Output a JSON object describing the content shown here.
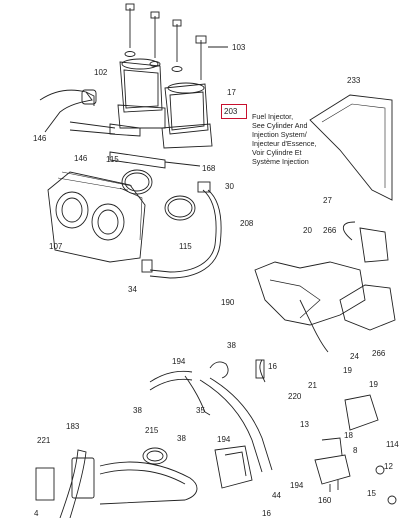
{
  "highlight": {
    "label": "203",
    "color": "#c8102e"
  },
  "note": [
    "Fuel Injector,",
    "See Cylinder And",
    "Injection System/",
    "Injecteur d'Essence,",
    "Voir Cylindre Et",
    "Système Injection"
  ],
  "callouts": {
    "c103": "103",
    "c102": "102",
    "c17": "17",
    "c233": "233",
    "c146a": "146",
    "c146b": "146",
    "c115a": "115",
    "c168": "168",
    "c30": "30",
    "c27": "27",
    "c208": "208",
    "c107": "107",
    "c115b": "115",
    "c20": "20",
    "c266a": "266",
    "c34": "34",
    "c190": "190",
    "c266b": "266",
    "c24": "24",
    "c38a": "38",
    "c194a": "194",
    "c16": "16",
    "c19a": "19",
    "c21": "21",
    "c19b": "19",
    "c38b": "38",
    "c35": "35",
    "c220": "220",
    "c13": "13",
    "c221": "221",
    "c183": "183",
    "c215": "215",
    "c38c": "38",
    "c194b": "194",
    "c18": "18",
    "c8": "8",
    "c114": "114",
    "c12": "12",
    "c44": "44",
    "c194c": "194",
    "c160": "160",
    "c15": "15",
    "c16b": "16",
    "c4": "4"
  }
}
